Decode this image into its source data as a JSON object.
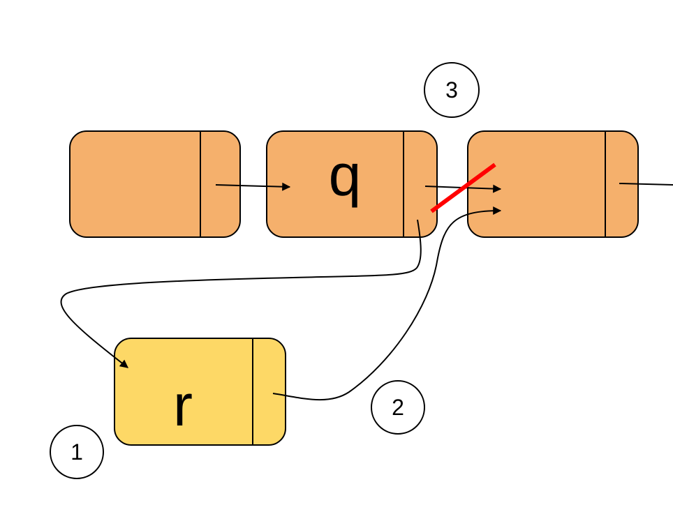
{
  "nodes": [
    {
      "id": "node-1",
      "label": ""
    },
    {
      "id": "node-q",
      "label": "q"
    },
    {
      "id": "node-3",
      "label": ""
    },
    {
      "id": "node-r",
      "label": "r"
    }
  ],
  "steps": [
    {
      "id": "step-1",
      "label": "1"
    },
    {
      "id": "step-2",
      "label": "2"
    },
    {
      "id": "step-3",
      "label": "3"
    }
  ],
  "colors": {
    "list_node_fill": "#f5b06c",
    "new_node_fill": "#fdd866",
    "stroke": "#000000",
    "cut_mark": "#ff0000"
  }
}
